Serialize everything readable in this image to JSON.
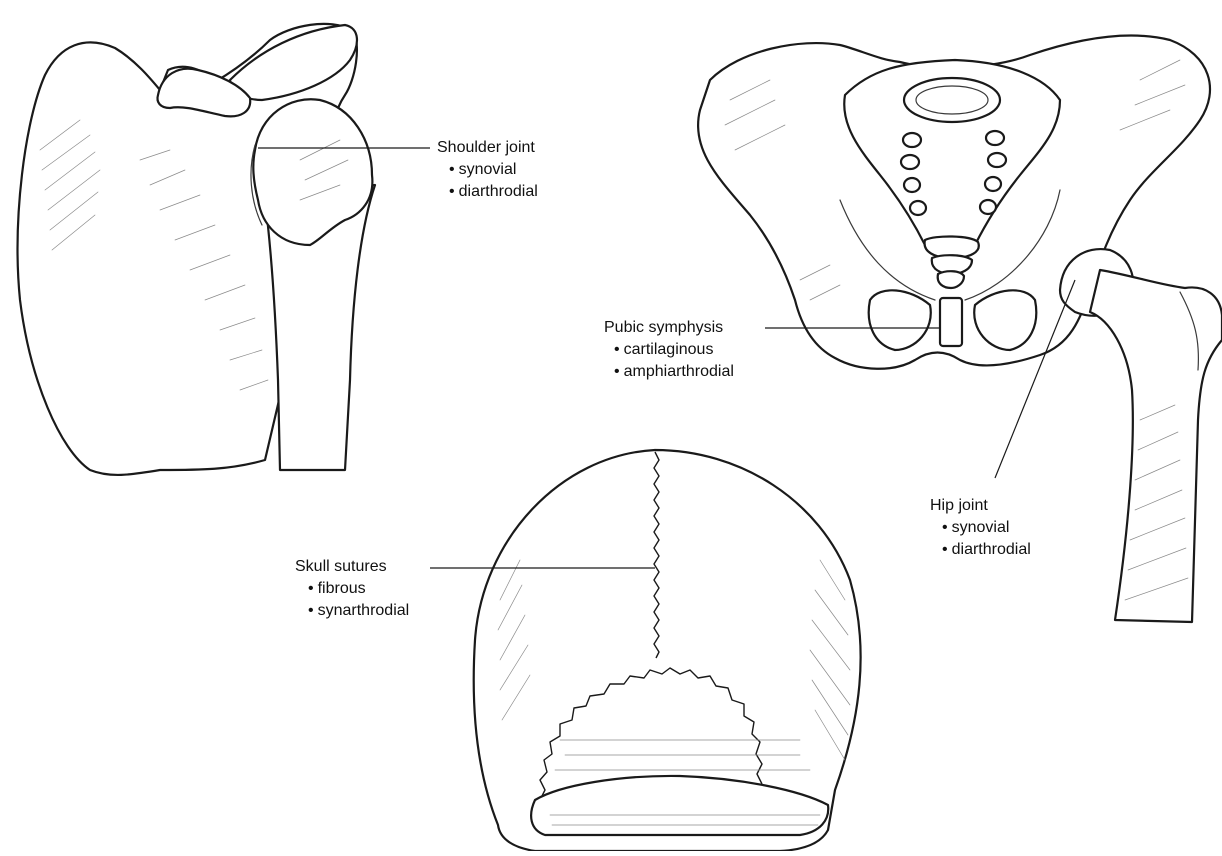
{
  "labels": {
    "shoulder": {
      "title": "Shoulder joint",
      "items": [
        "synovial",
        "diarthrodial"
      ]
    },
    "pubic": {
      "title": "Pubic symphysis",
      "items": [
        "cartilaginous",
        "amphiarthrodial"
      ]
    },
    "hip": {
      "title": "Hip joint",
      "items": [
        "synovial",
        "diarthrodial"
      ]
    },
    "skull": {
      "title": "Skull sutures",
      "items": [
        "fibrous",
        "synarthrodial"
      ]
    }
  },
  "colors": {
    "ink": "#1a1a1a",
    "background": "#ffffff",
    "hatching": "#8a8a8a"
  }
}
